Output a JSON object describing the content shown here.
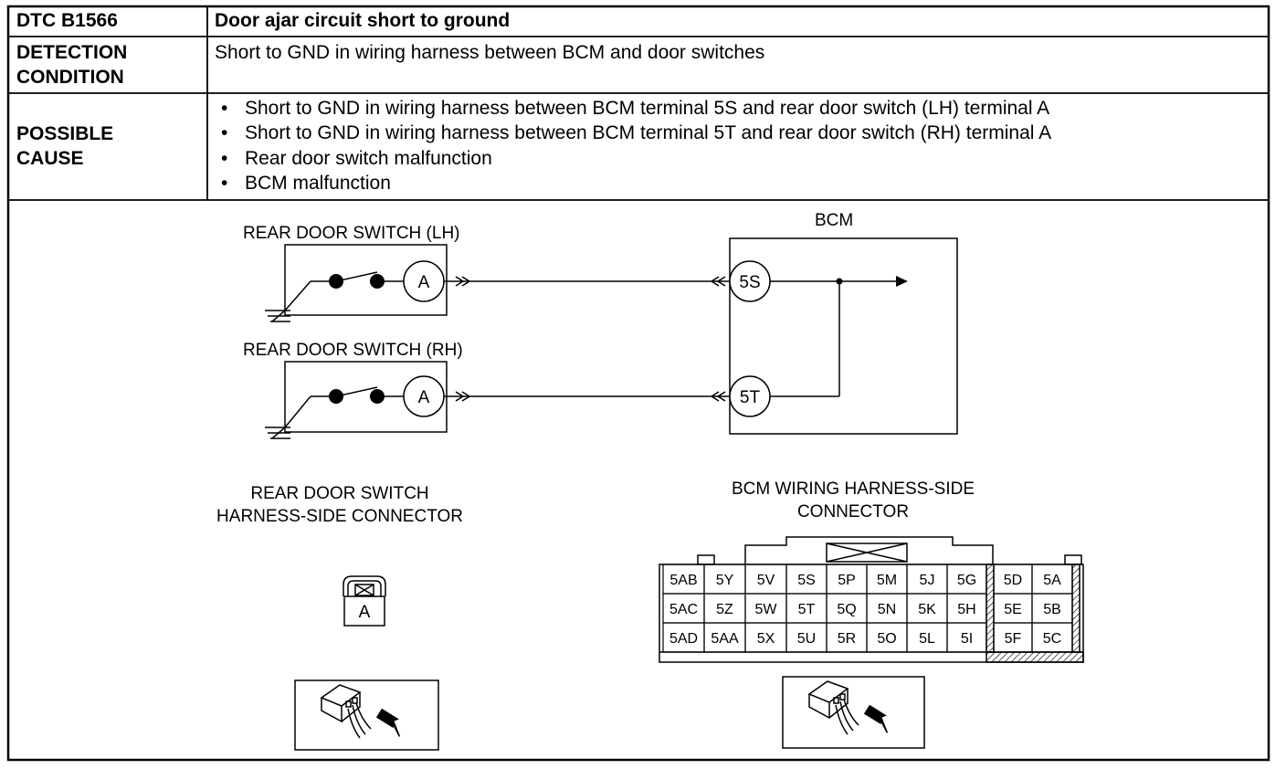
{
  "dtc": {
    "code_label": "DTC B1566",
    "title": "Door ajar circuit short to ground",
    "detection_label": [
      "DETECTION",
      "CONDITION"
    ],
    "detection_text": "Short to GND in wiring harness between BCM and door switches",
    "cause_label": [
      "POSSIBLE",
      "CAUSE"
    ],
    "causes": [
      "Short to GND in wiring harness between BCM terminal 5S and rear door switch (LH) terminal A",
      "Short to GND in wiring harness between BCM terminal 5T and rear door switch (RH) terminal A",
      "Rear door switch malfunction",
      "BCM malfunction"
    ]
  },
  "schematic": {
    "bcm_label": "BCM",
    "switch_lh_label": "REAR DOOR SWITCH (LH)",
    "switch_rh_label": "REAR DOOR SWITCH (RH)",
    "switch_terminal": "A",
    "bcm_terminal_lh": "5S",
    "bcm_terminal_rh": "5T"
  },
  "connectors": {
    "door_connector_title": [
      "REAR DOOR SWITCH",
      "HARNESS-SIDE CONNECTOR"
    ],
    "door_connector_pin": "A",
    "bcm_connector_title": [
      "BCM WIRING HARNESS-SIDE",
      "CONNECTOR"
    ],
    "bcm_pins": [
      [
        "5AB",
        "5Y",
        "5V",
        "5S",
        "5P",
        "5M",
        "5J",
        "5G",
        "5D",
        "5A"
      ],
      [
        "5AC",
        "5Z",
        "5W",
        "5T",
        "5Q",
        "5N",
        "5K",
        "5H",
        "5E",
        "5B"
      ],
      [
        "5AD",
        "5AA",
        "5X",
        "5U",
        "5R",
        "5O",
        "5L",
        "5I",
        "5F",
        "5C"
      ]
    ]
  }
}
